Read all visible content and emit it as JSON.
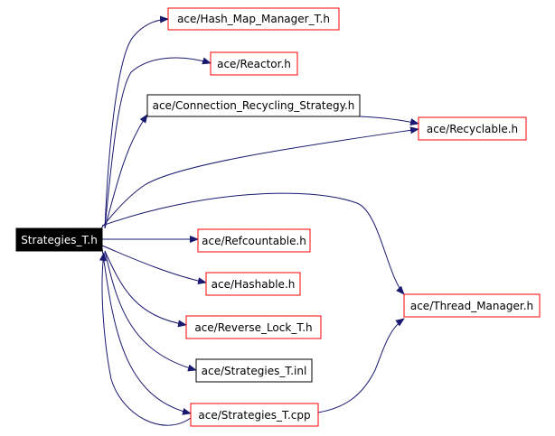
{
  "colors": {
    "background": "#ffffff",
    "edge": "#191970",
    "node_border_red": "#ff0000",
    "node_border_black": "#000000",
    "root_fill": "#000000",
    "root_text": "#ffffff"
  },
  "nodes": {
    "root": "Strategies_T.h",
    "hash_map_manager": "ace/Hash_Map_Manager_T.h",
    "reactor": "ace/Reactor.h",
    "connection_recycling_strategy": "ace/Connection_Recycling_Strategy.h",
    "recyclable": "ace/Recyclable.h",
    "refcountable": "ace/Refcountable.h",
    "hashable": "ace/Hashable.h",
    "thread_manager": "ace/Thread_Manager.h",
    "reverse_lock": "ace/Reverse_Lock_T.h",
    "strategies_inl": "ace/Strategies_T.inl",
    "strategies_cpp": "ace/Strategies_T.cpp"
  }
}
